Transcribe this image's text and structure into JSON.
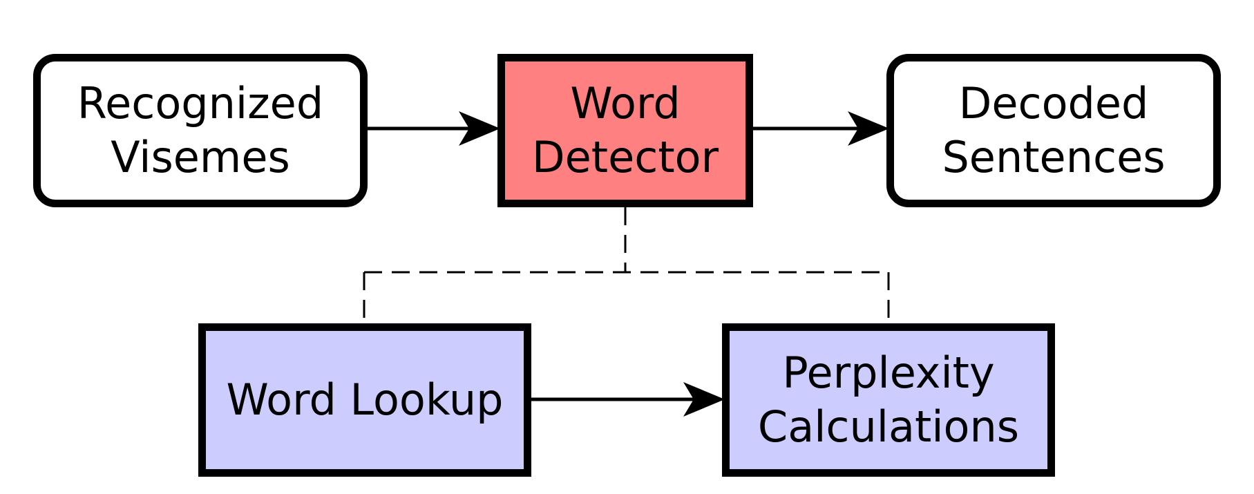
{
  "colors": {
    "detector_fill": "#ff8080",
    "sub_fill": "#ccccff",
    "input_fill": "#ffffff",
    "stroke": "#000000"
  },
  "nodes": {
    "recognized_visemes": {
      "line1": "Recognized",
      "line2": "Visemes"
    },
    "word_detector": {
      "line1": "Word",
      "line2": "Detector"
    },
    "decoded_sentences": {
      "line1": "Decoded",
      "line2": "Sentences"
    },
    "word_lookup": {
      "line1": "Word Lookup"
    },
    "perplexity_calculations": {
      "line1": "Perplexity",
      "line2": "Calculations"
    }
  }
}
